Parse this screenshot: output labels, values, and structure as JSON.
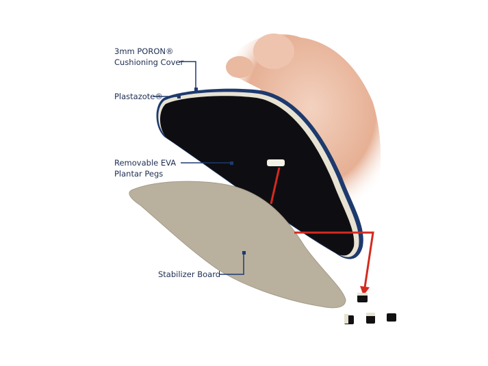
{
  "labels": {
    "poron_line1": "3mm PORON®",
    "poron_line2": "Cushioning Cover",
    "plastazote": "Plastazote®",
    "eva_line1": "Removable EVA",
    "eva_line2": "Plantar Pegs",
    "stabilizer": "Stabilizer Board"
  },
  "colors": {
    "text": "#1d2c50",
    "leader": "#1d3a6e",
    "arrow": "#d42a1e",
    "insole": "#0e0e12",
    "board": "#b9b09e",
    "skin": "#e8b59a"
  }
}
